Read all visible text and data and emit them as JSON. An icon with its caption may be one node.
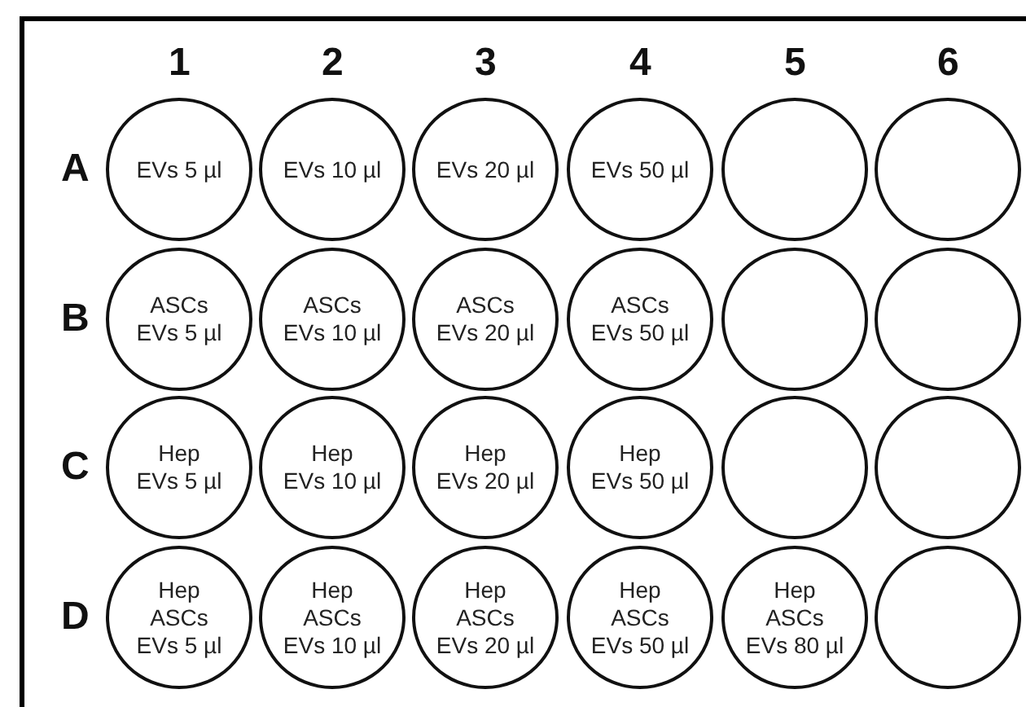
{
  "diagram": {
    "nodes": [
      {
        "text": [
          "EVs 5 µl"
        ]
      },
      {
        "text": [
          "EVs 10 µl"
        ]
      },
      {
        "text": [
          "EVs 20 µl"
        ]
      },
      {
        "text": [
          "EVs 50 µl"
        ]
      },
      {
        "text": [],
        "shape": "circle"
      },
      {
        "text": [],
        "shape": "circle"
      },
      {
        "text": [
          "ASCs",
          "EVs 5 µl"
        ]
      },
      {
        "text": [
          "ASCs",
          "EVs 10 µl"
        ]
      },
      {
        "text": [
          "ASCs",
          "EVs 20 µl"
        ]
      },
      {
        "text": [
          "ASCs",
          "EVs 50 µl"
        ]
      },
      {
        "text": [],
        "shape": "circle"
      },
      {
        "text": [],
        "shape": "circle"
      },
      {
        "text": [
          "Hep",
          "EVs 5 µl"
        ]
      },
      {
        "text": [
          "Hep",
          "EVs 10 µl"
        ]
      },
      {
        "text": [
          "Hep",
          "EVs 20 µl"
        ]
      },
      {
        "text": [
          "Hep",
          "EVs 50 µl"
        ]
      },
      {
        "text": [],
        "shape": "circle"
      },
      {
        "text": [],
        "shape": "circle"
      },
      {
        "text": [
          "Hep",
          "ASCs",
          "EVs 5 µl"
        ]
      },
      {
        "text": [
          "Hep",
          "ASCs",
          "EVs 10 µl"
        ]
      },
      {
        "text": [
          "Hep",
          "ASCs",
          "EVs 20 µl"
        ]
      },
      {
        "text": [
          "Hep",
          "ASCs",
          "EVs 50 µl"
        ]
      },
      {
        "text": [
          "Hep",
          "ASCs",
          "EVs 80 µl"
        ]
      },
      {
        "text": [],
        "shape": "circle"
      }
    ],
    "labels": [
      "1",
      "2",
      "3",
      "4",
      "5",
      "6",
      "A",
      "B",
      "C",
      "D"
    ]
  }
}
